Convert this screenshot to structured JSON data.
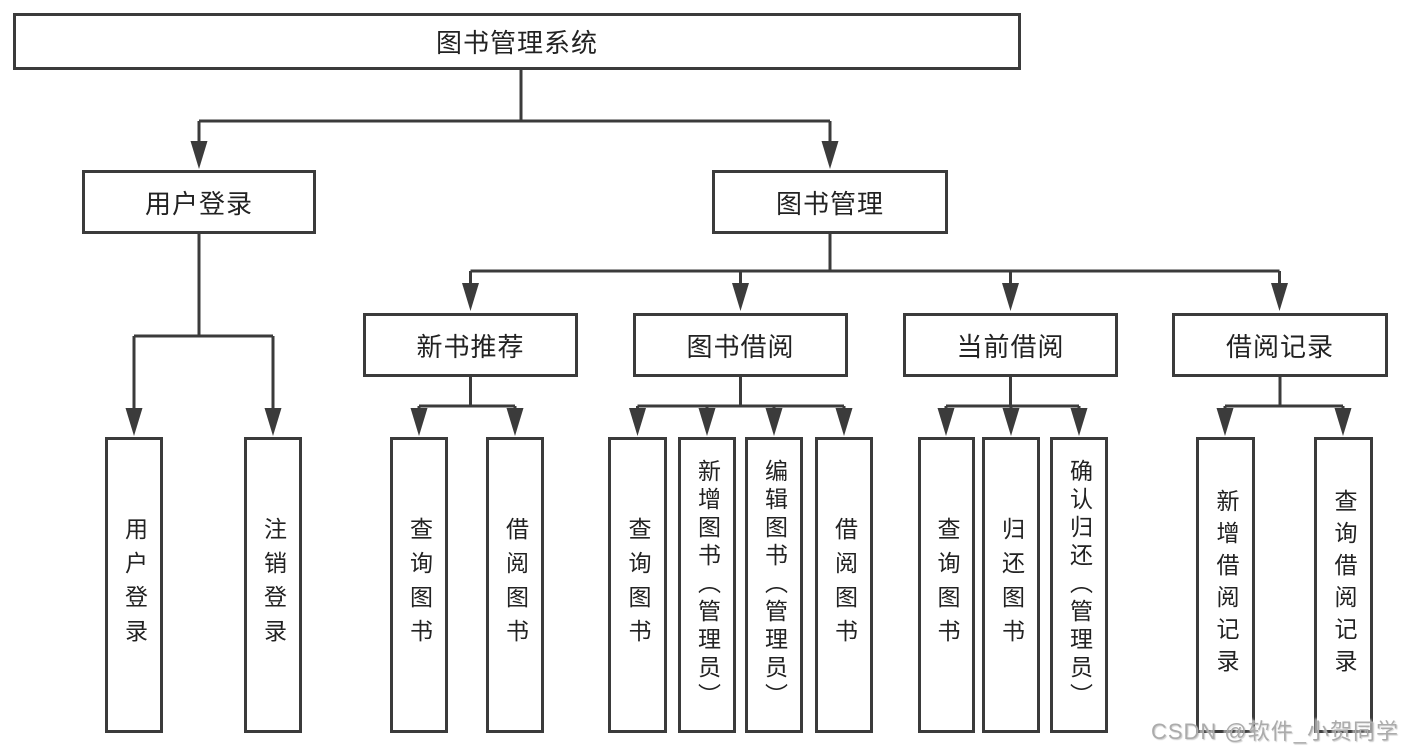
{
  "diagram": {
    "root": {
      "label": "图书管理系统"
    },
    "level2": [
      {
        "label": "用户登录"
      },
      {
        "label": "图书管理"
      }
    ],
    "level3": [
      {
        "label": "新书推荐"
      },
      {
        "label": "图书借阅"
      },
      {
        "label": "当前借阅"
      },
      {
        "label": "借阅记录"
      }
    ],
    "leaves": {
      "login": [
        {
          "label": "用户登录"
        },
        {
          "label": "注销登录"
        }
      ],
      "recommend": [
        {
          "label": "查询图书"
        },
        {
          "label": "借阅图书"
        }
      ],
      "borrow": [
        {
          "label": "查询图书"
        },
        {
          "label": "新增图书（管理员）"
        },
        {
          "label": "编辑图书（管理员）"
        },
        {
          "label": "借阅图书"
        }
      ],
      "current": [
        {
          "label": "查询图书"
        },
        {
          "label": "归还图书"
        },
        {
          "label": "确认归还（管理员）"
        }
      ],
      "records": [
        {
          "label": "新增借阅记录"
        },
        {
          "label": "查询借阅记录"
        }
      ]
    }
  },
  "watermark": {
    "text": "CSDN @软件_小贺同学"
  },
  "colors": {
    "line": "#3b3b3b",
    "border": "#3b3b3b",
    "text": "#222222",
    "background": "#ffffff",
    "watermark": "#ababab"
  }
}
